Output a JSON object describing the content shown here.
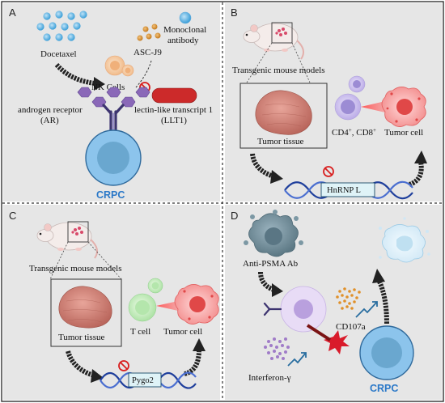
{
  "panels": {
    "a": {
      "letter": "A",
      "docetaxel": "Docetaxel",
      "monoclonal_line1": "Monoclonal",
      "monoclonal_line2": "antibody",
      "ascj9": "ASC-J9",
      "nk_cells": "NK Cells",
      "ar_line1": "androgen receptor",
      "ar_line2": "(AR)",
      "llt1_line1": "lectin-like transcript 1",
      "llt1_line2": "(LLT1)",
      "crpc": "CRPC"
    },
    "b": {
      "letter": "B",
      "mouse_models": "Transgenic mouse models",
      "tumor_tissue": "Tumor tissue",
      "cd4": "CD4",
      "cd4_sup": "+",
      "cd8": ", CD8",
      "cd8_sup": "+",
      "tumor_cell": "Tumor cell",
      "gene": "HnRNP L"
    },
    "c": {
      "letter": "C",
      "mouse_models": "Transgenic mouse models",
      "tumor_tissue": "Tumor tissue",
      "t_cell": "T cell",
      "tumor_cell": "Tumor cell",
      "gene": "Pygo2"
    },
    "d": {
      "letter": "D",
      "anti_psma": "Anti-PSMA Ab",
      "cd107a": "CD107a",
      "interferon": "Interferon-γ",
      "crpc": "CRPC"
    }
  },
  "colors": {
    "panel_bg": "#e6e6e6",
    "crpc_cell": "#8cc4ec",
    "crpc_text": "#2a78c8",
    "inhibit_red": "#d81e1e",
    "dna_blue": "#1f3f9c",
    "receptor_purple": "#8a68b8",
    "llt1_red": "#cc2a2a"
  },
  "icons": [
    "mouse-icon",
    "inhibit-icon",
    "dna-helix-icon",
    "antibody-icon",
    "tumor-cell-icon"
  ]
}
